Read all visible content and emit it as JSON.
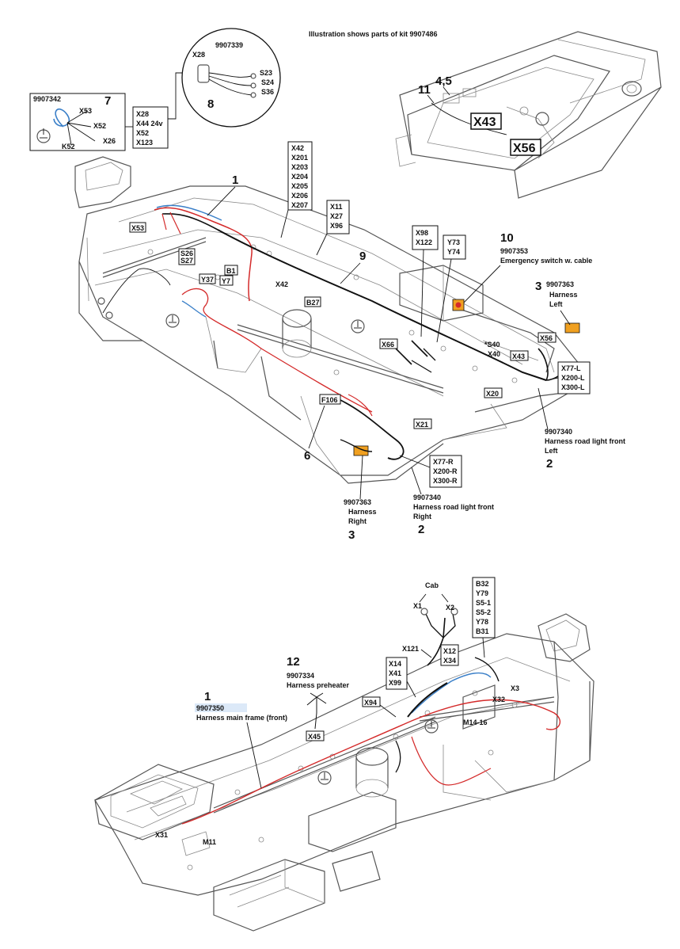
{
  "title": "Illustration shows parts of kit 9907486",
  "top": {
    "kit7": {
      "part": "9907342",
      "num": "7",
      "pins": [
        "X53",
        "X52",
        "X26",
        "K52"
      ]
    },
    "conn_list_a": [
      "X28",
      "X44 24v",
      "X52",
      "X123"
    ],
    "circle8": {
      "part": "9907339",
      "num": "8",
      "pins": [
        "X28",
        "S23",
        "S24",
        "S36"
      ]
    },
    "num1": "1",
    "conn_list_b": [
      "X42",
      "X201",
      "X203",
      "X204",
      "X205",
      "X206",
      "X207"
    ],
    "conn_list_c": [
      "X11",
      "X27",
      "X96"
    ],
    "num9": "9",
    "conn_list_d": [
      "X98",
      "X122"
    ],
    "conn_list_e": [
      "Y73",
      "Y74"
    ],
    "item10": {
      "num": "10",
      "part": "9907353",
      "desc": "Emergency switch w. cable"
    },
    "item3L": {
      "num": "3",
      "part": "9907363",
      "desc1": "Harness",
      "desc2": "Left"
    },
    "conn_list_f": [
      "X77-L",
      "X200-L",
      "X300-L"
    ],
    "item2L": {
      "part": "9907340",
      "desc1": "Harness road light front",
      "desc2": "Left",
      "num": "2"
    },
    "conn_list_g": [
      "X77-R",
      "X200-R",
      "X300-R"
    ],
    "item3R": {
      "part": "9907363",
      "desc1": "Harness",
      "desc2": "Right",
      "num": "3"
    },
    "item2R": {
      "part": "9907340",
      "desc1": "Harness road light front",
      "desc2": "Right",
      "num": "2"
    },
    "num6": "6",
    "frame_labels": {
      "x53": "X53",
      "s26": "S26",
      "s27": "S27",
      "b1": "B1",
      "y37": "Y37",
      "y7": "Y7",
      "x42": "X42",
      "b27": "B27",
      "x66": "X66",
      "s40": "*S40",
      "x40": "X40",
      "x43": "X43",
      "x56": "X56",
      "x20": "X20",
      "x21": "X21",
      "f106": "F106"
    },
    "inset": {
      "n45": "4,5",
      "n11": "11",
      "x43": "X43",
      "x56": "X56"
    }
  },
  "bottom": {
    "cab": "Cab",
    "x1": "X1",
    "x2": "X2",
    "conn_list_h": [
      "B32",
      "Y79",
      "S5-1",
      "S5-2",
      "Y78",
      "B31"
    ],
    "x121": "X121",
    "conn_list_i": [
      "X12",
      "X34"
    ],
    "conn_list_j": [
      "X14",
      "X41",
      "X99"
    ],
    "item12": {
      "num": "12",
      "part": "9907334",
      "desc": "Harness preheater"
    },
    "x94": "X94",
    "x3": "X3",
    "x32": "X32",
    "m1416": "M14-16",
    "x45": "X45",
    "item1": {
      "num": "1",
      "part": "9907350",
      "desc": "Harness main frame (front)"
    },
    "m11": "M11",
    "x31": "X31"
  },
  "colors": {
    "red_wire": "#d42a2a",
    "blue_wire": "#3a7fc8",
    "highlight": "#dce9f8",
    "orange": "#f0a020"
  }
}
